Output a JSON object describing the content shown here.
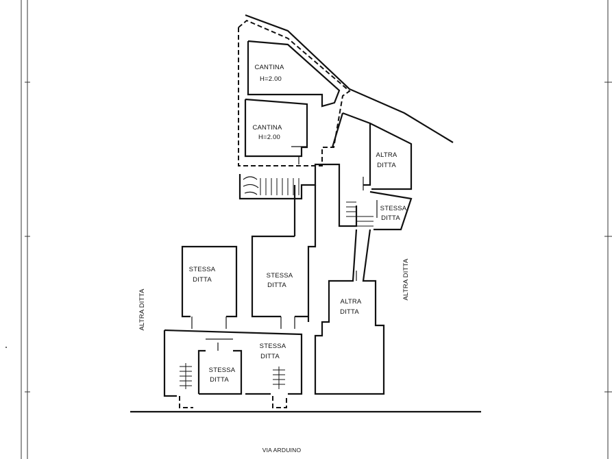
{
  "rooms": {
    "cantina_top": {
      "line1": "CANTINA",
      "line2": "H=2.00"
    },
    "cantina_mid": {
      "line1": "CANTINA",
      "line2": "H=2.00"
    },
    "altra_ditta_top": {
      "line1": "ALTRA",
      "line2": "DITTA"
    },
    "stessa_ditta_small_right": {
      "line1": "STESSA",
      "line2": "DITTA"
    },
    "stessa_ditta_left_upper": {
      "line1": "STESSA",
      "line2": "DITTA"
    },
    "stessa_ditta_center": {
      "line1": "STESSA",
      "line2": "DITTA"
    },
    "altra_ditta_lower": {
      "line1": "ALTRA",
      "line2": "DITTA"
    },
    "stessa_ditta_bottom_right": {
      "line1": "STESSA",
      "line2": "DITTA"
    },
    "stessa_ditta_bottom_center": {
      "line1": "STESSA",
      "line2": "DITTA"
    }
  },
  "side_labels": {
    "left": "ALTRA DITTA",
    "right": "ALTRA DITTA"
  },
  "street": "VIA ARDUINO"
}
